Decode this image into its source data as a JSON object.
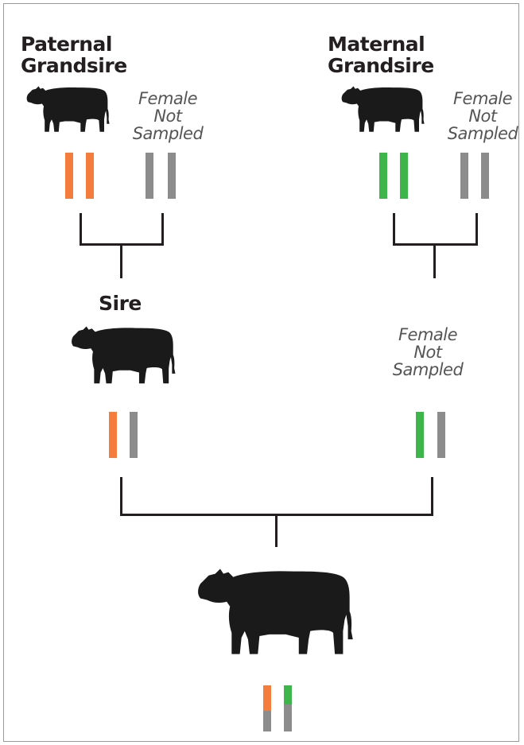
{
  "labels": {
    "paternal_grandsire_line1": "Paternal",
    "paternal_grandsire_line2": "Grandsire",
    "maternal_grandsire_line1": "Maternal",
    "maternal_grandsire_line2": "Grandsire",
    "sire": "Sire",
    "female_not_sampled_line1": "Female",
    "female_not_sampled_line2": "Not",
    "female_not_sampled_line3": "Sampled"
  },
  "colors": {
    "paternal_marker": "#f47c3c",
    "maternal_marker": "#3db54a",
    "unsampled_marker": "#8c8c8c",
    "cattle": "#1a1a1a",
    "connector": "#231f20"
  },
  "icons": {
    "animal": "bull-silhouette-icon"
  }
}
